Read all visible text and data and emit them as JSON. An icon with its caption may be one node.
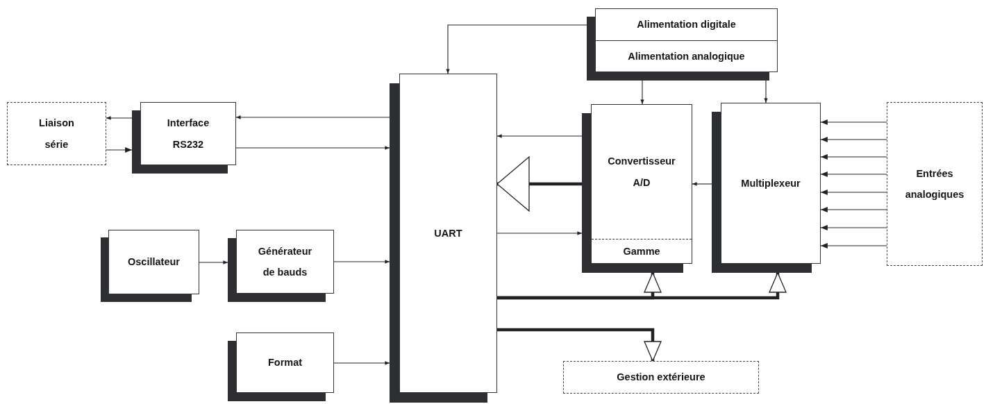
{
  "diagram": {
    "nodes": [
      {
        "text": [
          "Liaison série"
        ]
      },
      {
        "text": [
          "Interface RS232"
        ]
      },
      {
        "text": [
          "Alimentation digitale",
          "Alimentation analogique"
        ]
      },
      {
        "text": [
          "UART"
        ]
      },
      {
        "text": [
          "Convertisseur A/D",
          "Gamme"
        ]
      },
      {
        "text": [
          "Multiplexeur"
        ]
      },
      {
        "text": [
          "Entrées analogiques"
        ]
      },
      {
        "text": [
          "Oscillateur"
        ]
      },
      {
        "text": [
          "Générateur de bauds"
        ]
      },
      {
        "text": [
          "Format"
        ]
      },
      {
        "text": [
          "Gestion extérieure"
        ]
      }
    ],
    "edges": [
      {
        "from": 3,
        "to": 1,
        "arrow": "to"
      },
      {
        "from": 1,
        "to": 0,
        "arrow": "to"
      },
      {
        "from": 0,
        "to": 1,
        "arrow": "to"
      },
      {
        "from": 1,
        "to": 3,
        "arrow": "to"
      },
      {
        "from": 2,
        "to": 3,
        "arrow": "to"
      },
      {
        "from": 2,
        "to": 4,
        "arrow": "to"
      },
      {
        "from": 2,
        "to": 5,
        "arrow": "to"
      },
      {
        "from": 4,
        "to": 3,
        "arrow": "to"
      },
      {
        "from": 4,
        "to": 3,
        "arrow": "to",
        "style": "thick"
      },
      {
        "from": 3,
        "to": 4,
        "arrow": "to"
      },
      {
        "from": 5,
        "to": 4,
        "arrow": "to"
      },
      {
        "from": 6,
        "to": 5,
        "arrow": "to"
      },
      {
        "from": 6,
        "to": 5,
        "arrow": "to"
      },
      {
        "from": 6,
        "to": 5,
        "arrow": "to"
      },
      {
        "from": 6,
        "to": 5,
        "arrow": "to"
      },
      {
        "from": 6,
        "to": 5,
        "arrow": "to"
      },
      {
        "from": 6,
        "to": 5,
        "arrow": "to"
      },
      {
        "from": 6,
        "to": 5,
        "arrow": "to"
      },
      {
        "from": 6,
        "to": 5,
        "arrow": "to"
      },
      {
        "from": 7,
        "to": 8,
        "arrow": "to"
      },
      {
        "from": 8,
        "to": 3,
        "arrow": "to"
      },
      {
        "from": 9,
        "to": 3,
        "arrow": "to"
      },
      {
        "from": 3,
        "to": 4,
        "arrow": "to",
        "style": "thick"
      },
      {
        "from": 3,
        "to": 5,
        "arrow": "to",
        "style": "thick"
      },
      {
        "from": 3,
        "to": 10,
        "arrow": "to",
        "style": "thick"
      }
    ]
  }
}
